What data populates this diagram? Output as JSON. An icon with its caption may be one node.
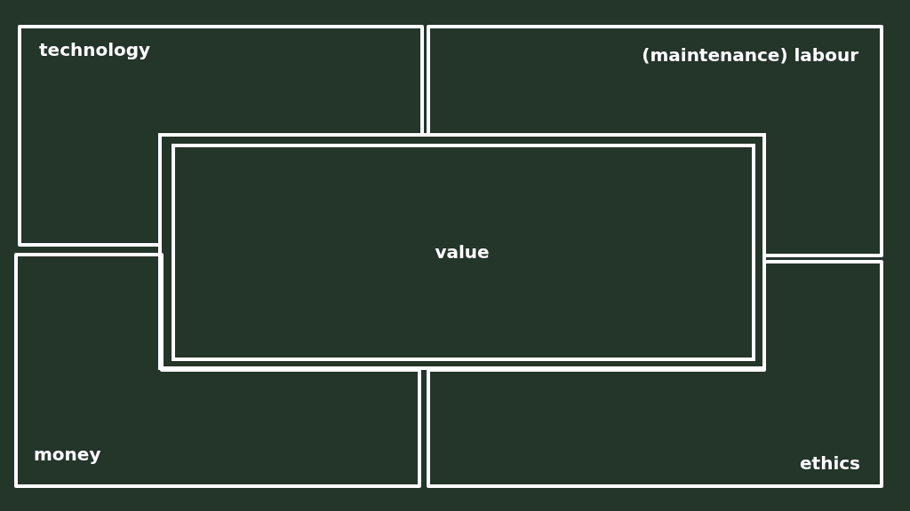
{
  "diagram": {
    "nodes": [
      {
        "text": [
          "technology"
        ]
      },
      {
        "text": [
          "(maintenance) labour"
        ]
      },
      {
        "text": [
          "value"
        ]
      },
      {
        "text": [
          "money"
        ]
      },
      {
        "text": [
          "ethics"
        ]
      }
    ]
  }
}
